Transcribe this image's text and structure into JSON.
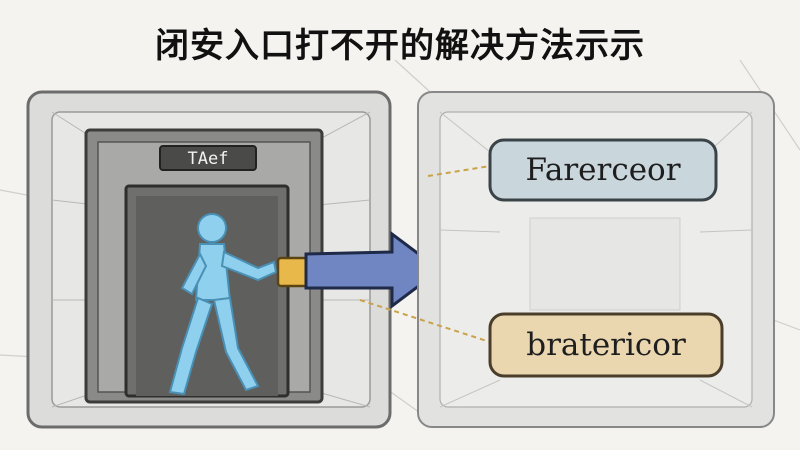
{
  "title": "闭安入口打不开的解决方法示示",
  "door_sign": "TAef",
  "boxes": [
    {
      "label": "Farerceor",
      "fill": "#c9d6dc"
    },
    {
      "label": "bratericor",
      "fill": "#ead7b0"
    }
  ],
  "colors": {
    "figure": "#8fd0ee",
    "arrow": "#6f86c2",
    "handle": "#e8b94a",
    "frame": "#d6d6d4"
  }
}
